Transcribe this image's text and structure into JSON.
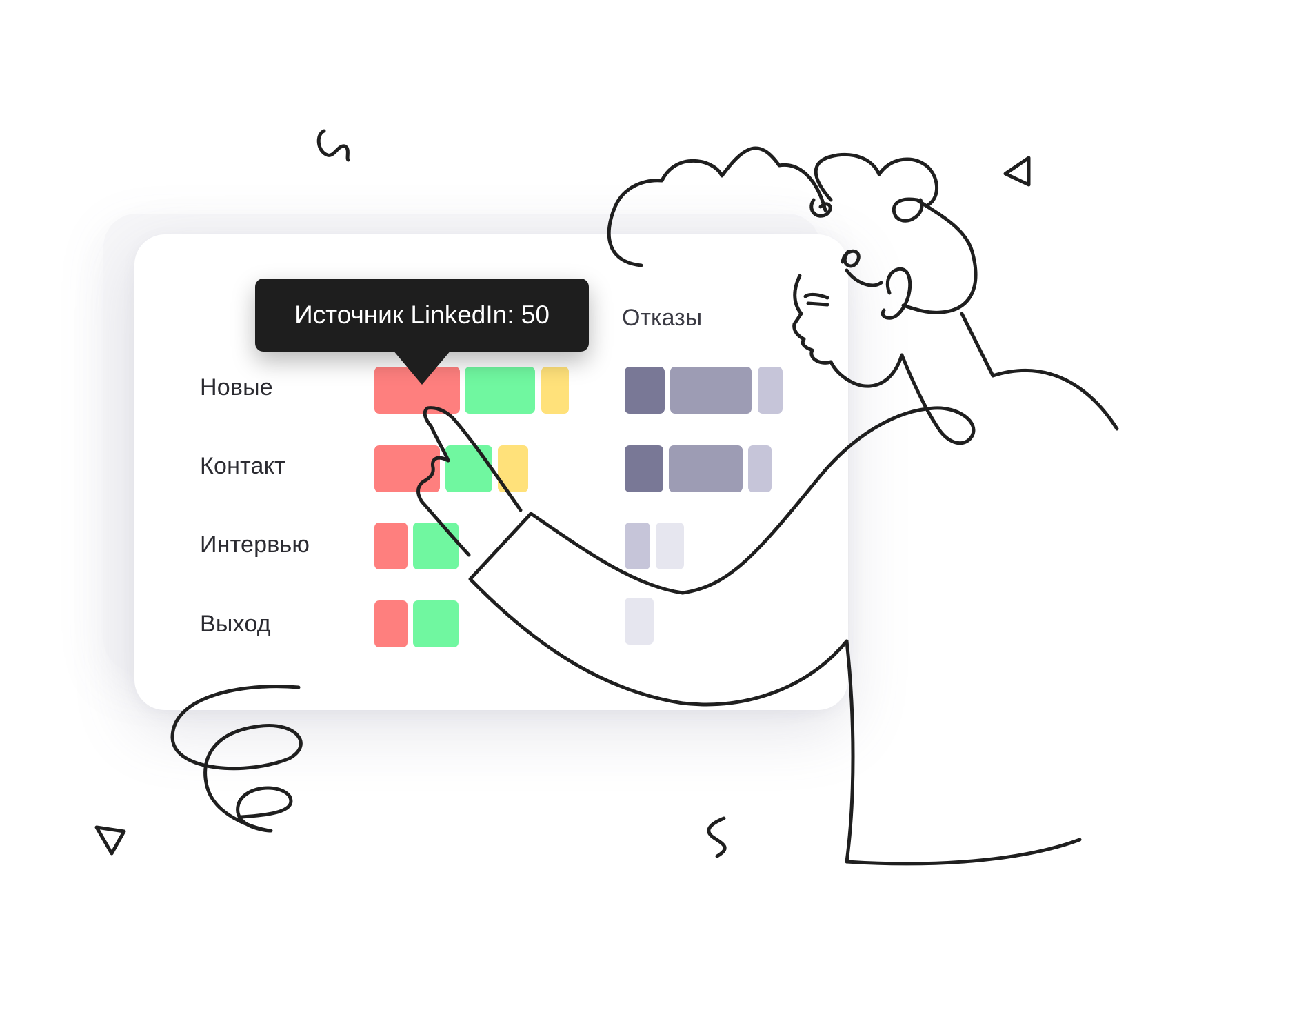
{
  "tooltip": {
    "text": "Источник LinkedIn: 50"
  },
  "columns": {
    "rejections_header": "Отказы"
  },
  "rows": [
    {
      "label": "Новые"
    },
    {
      "label": "Контакт"
    },
    {
      "label": "Интервью"
    },
    {
      "label": "Выход"
    }
  ],
  "colors": {
    "source_a": "#fe7f7e",
    "source_b": "#70f7a0",
    "source_c": "#ffe17a",
    "reject_dark": "#797896",
    "reject_mid": "#9d9cb4",
    "reject_light": "#c6c5d9",
    "reject_pale": "#e6e6ef",
    "ink": "#1f1f1f"
  }
}
